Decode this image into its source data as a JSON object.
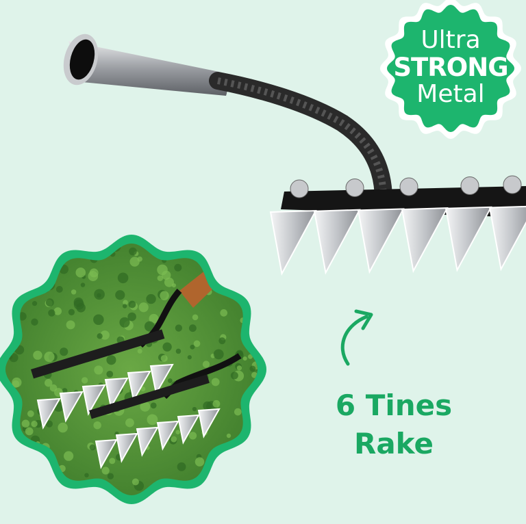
{
  "badge": {
    "line1": "Ultra",
    "line2": "STRONG",
    "line3": "Metal"
  },
  "caption": {
    "line1": "6 Tines",
    "line2": "Rake"
  },
  "colors": {
    "background": "#dff3ea",
    "accent_green": "#1db56e",
    "caption_green": "#1aa862",
    "metal": "#b9bcc0",
    "bar": "#1a1a1a",
    "grass": "#4f8f35"
  },
  "icons": [
    "curved-arrow-icon"
  ]
}
